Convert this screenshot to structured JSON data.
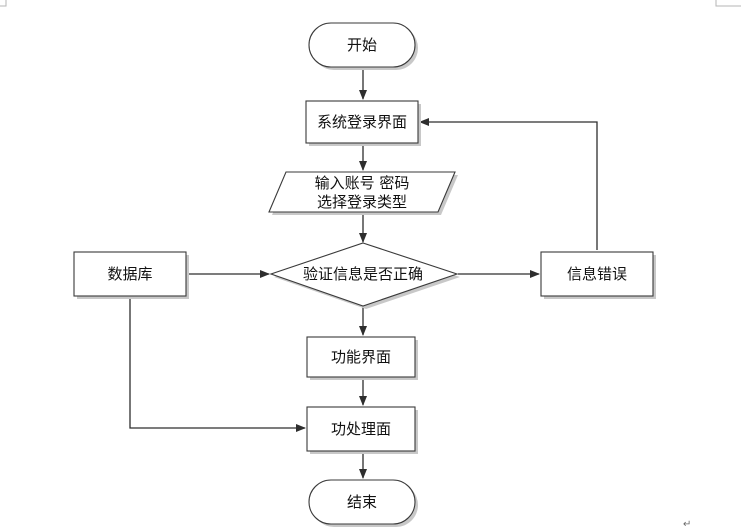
{
  "flowchart": {
    "nodes": {
      "start": {
        "shape": "terminator",
        "label": "开始"
      },
      "login_screen": {
        "shape": "process",
        "label": "系统登录界面"
      },
      "input": {
        "shape": "data",
        "lines": [
          "输入账号 密码",
          "选择登录类型"
        ]
      },
      "verify": {
        "shape": "decision",
        "label": "验证信息是否正确"
      },
      "database": {
        "shape": "process",
        "label": "数据库"
      },
      "error": {
        "shape": "process",
        "label": "信息错误"
      },
      "function_screen": {
        "shape": "process",
        "label": "功能界面"
      },
      "processing_screen": {
        "shape": "process",
        "label": "功处理面"
      },
      "end": {
        "shape": "terminator",
        "label": "结束"
      }
    },
    "edges": [
      {
        "from": "start",
        "to": "login_screen"
      },
      {
        "from": "login_screen",
        "to": "input"
      },
      {
        "from": "input",
        "to": "verify"
      },
      {
        "from": "database",
        "to": "verify"
      },
      {
        "from": "verify",
        "to": "error"
      },
      {
        "from": "error",
        "to": "login_screen"
      },
      {
        "from": "verify",
        "to": "function_screen"
      },
      {
        "from": "database",
        "to": "processing_screen"
      },
      {
        "from": "function_screen",
        "to": "processing_screen"
      },
      {
        "from": "processing_screen",
        "to": "end"
      }
    ]
  },
  "document": {
    "paragraph_mark": "↵"
  },
  "colors": {
    "stroke": "#3a3a3a",
    "shadow": "#c8c8c8",
    "fill": "#ffffff"
  }
}
